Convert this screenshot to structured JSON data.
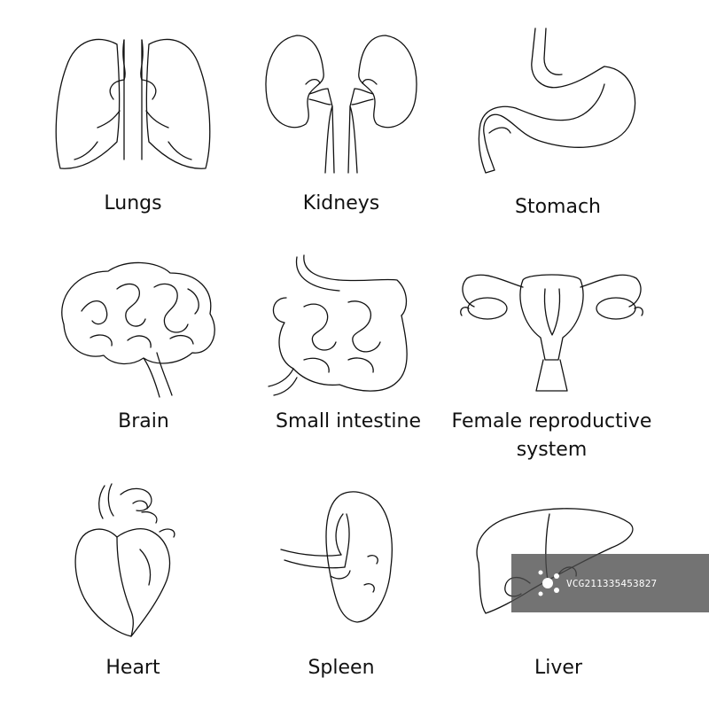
{
  "organs": [
    {
      "name": "Lungs",
      "icon": "lungs-icon"
    },
    {
      "name": "Kidneys",
      "icon": "kidneys-icon"
    },
    {
      "name": "Stomach",
      "icon": "stomach-icon"
    },
    {
      "name": "Brain",
      "icon": "brain-icon"
    },
    {
      "name": "Small intestine",
      "icon": "small-intestine-icon"
    },
    {
      "name": "Female reproductive\nsystem",
      "icon": "female-reproductive-system-icon"
    },
    {
      "name": "Heart",
      "icon": "heart-icon"
    },
    {
      "name": "Spleen",
      "icon": "spleen-icon"
    },
    {
      "name": "Liver",
      "icon": "liver-icon"
    }
  ],
  "watermark": {
    "logo": "VCG",
    "text": "VCG211335453827"
  },
  "colors": {
    "line": "#111111",
    "background": "#ffffff",
    "watermark": "#4b4b4b"
  }
}
